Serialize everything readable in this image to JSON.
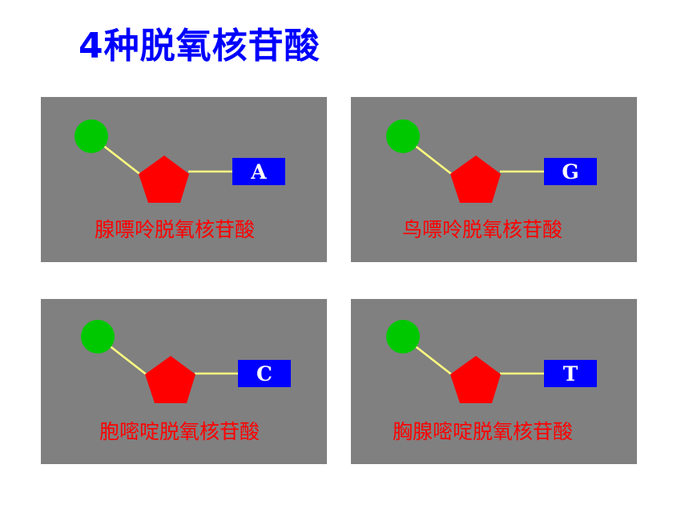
{
  "title": "4种脱氧核苷酸",
  "colors": {
    "title": "#0000ff",
    "card_background": "#808080",
    "phosphate": "#00c800",
    "sugar": "#ff0000",
    "bond": "#ffff80",
    "base_box": "#0000ff",
    "base_letter": "#ffffff",
    "label": "#ff0000"
  },
  "icons": {
    "phosphate": "green-circle",
    "sugar": "red-pentagon",
    "base": "blue-rectangle"
  },
  "nucleotides": [
    {
      "base": "A",
      "name": "腺嘌呤脱氧核苷酸"
    },
    {
      "base": "G",
      "name": "鸟嘌呤脱氧核苷酸"
    },
    {
      "base": "C",
      "name": "胞嘧啶脱氧核苷酸"
    },
    {
      "base": "T",
      "name": "胸腺嘧啶脱氧核苷酸"
    }
  ]
}
